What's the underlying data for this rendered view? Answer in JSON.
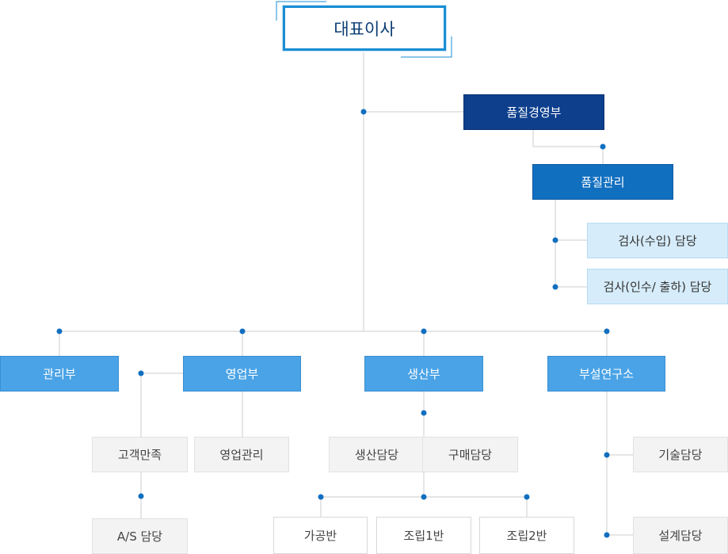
{
  "ceo": "대표이사",
  "quality": {
    "dept": "품질경영부",
    "team": "품질관리",
    "roles": [
      "검사(수입) 담당",
      "검사(인수/ 출하) 담당"
    ]
  },
  "departments": {
    "admin": "관리부",
    "sales": "영업부",
    "production": "생산부",
    "research": "부설연구소"
  },
  "teams": {
    "customer": "고객만족",
    "as": "A/S 담당",
    "sales_mgmt": "영업관리",
    "production_duty": "생산담당",
    "purchasing": "구매담당",
    "processing": "가공반",
    "assembly1": "조립1반",
    "assembly2": "조립2반",
    "tech": "기술담당",
    "design": "설계담당"
  }
}
